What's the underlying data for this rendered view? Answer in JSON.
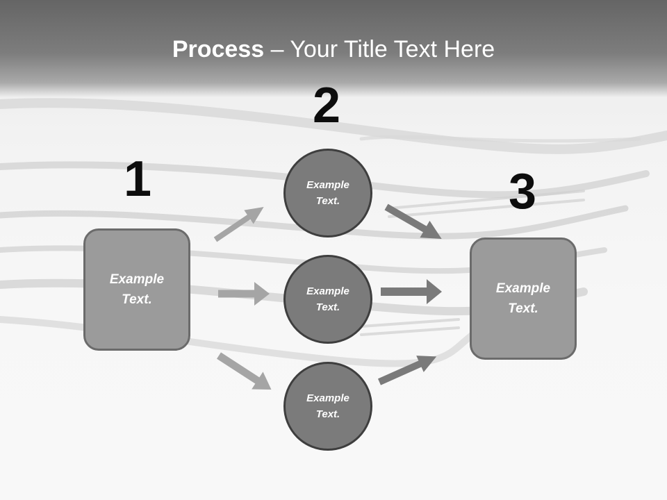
{
  "title": {
    "bold": "Process",
    "rest": " – Your Title Text Here"
  },
  "steps": [
    {
      "number": "1",
      "label": "Example\nText."
    },
    {
      "number": "2"
    },
    {
      "number": "3",
      "label": "Example\nText."
    }
  ],
  "circles": [
    {
      "label": "Example\nText."
    },
    {
      "label": "Example\nText."
    },
    {
      "label": "Example\nText."
    }
  ],
  "colors": {
    "box_fill": "#9b9b9b",
    "circle_fill": "#7b7b7b",
    "arrow_light": "#a5a5a5",
    "arrow_dark": "#7a7a7a",
    "header": "#6e6e6e"
  }
}
